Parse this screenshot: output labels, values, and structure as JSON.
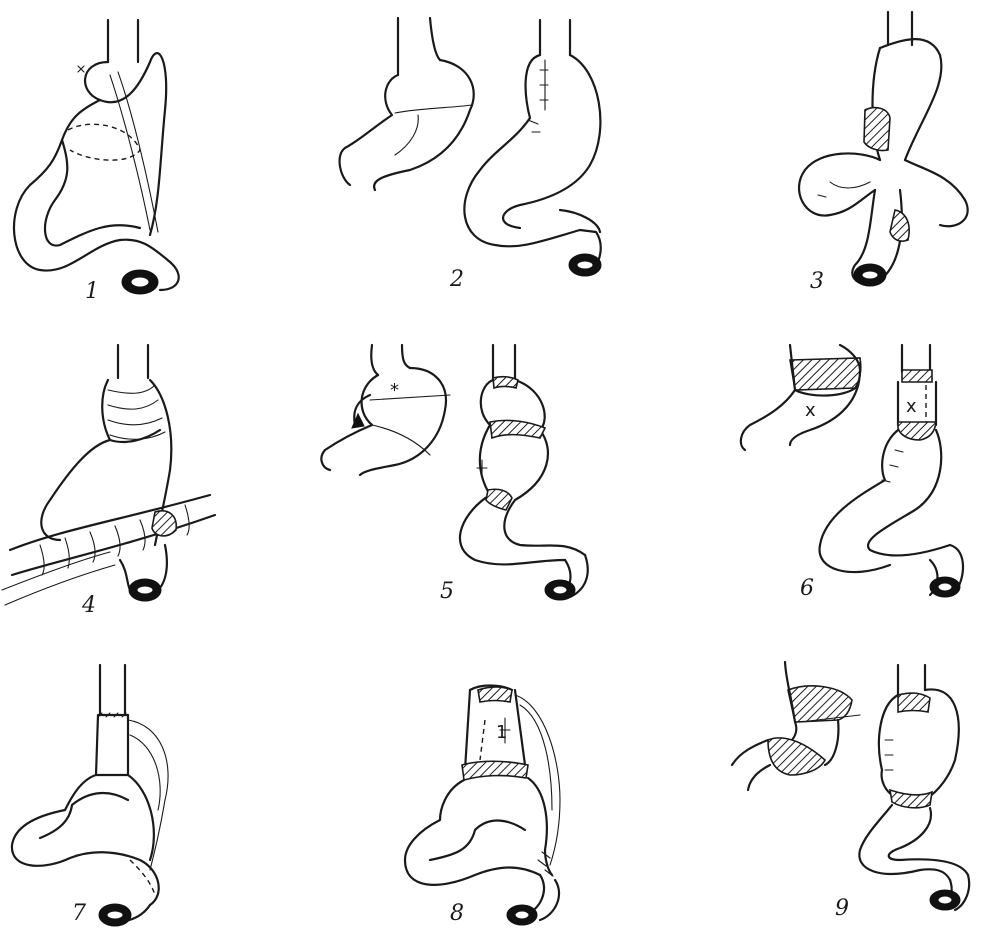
{
  "figure": {
    "panels": [
      {
        "label": "1"
      },
      {
        "label": "2"
      },
      {
        "label": "3"
      },
      {
        "label": "4"
      },
      {
        "label": "5"
      },
      {
        "label": "6"
      },
      {
        "label": "7"
      },
      {
        "label": "8"
      },
      {
        "label": "9"
      }
    ],
    "marks": {
      "asterisk": "*",
      "cross": "x",
      "stitch": "1"
    },
    "colors": {
      "ink": "#1a1a1a",
      "paper": "#ffffff"
    }
  }
}
